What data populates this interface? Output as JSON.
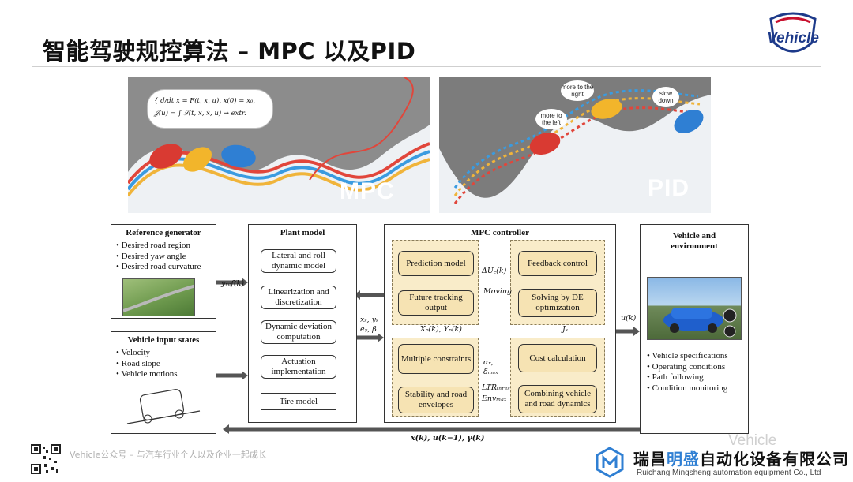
{
  "slide": {
    "title": "智能驾驶规控算法 – MPC 以及PID"
  },
  "logo": {
    "text": "Vehicle"
  },
  "illustration": {
    "mpc_label": "MPC",
    "pid_label": "PID",
    "equation_line1": "{ d/dt x   = F(t, x, u),  x(0) = x₀,",
    "equation_line2": "  𝒥(u)  = ∫ ℒ(t, x, ẋ, u) → extr.",
    "bubble_left": "more to the left",
    "bubble_right": "more to the right",
    "bubble_slow": "slow down"
  },
  "diagram": {
    "reference_generator": {
      "title": "Reference generator",
      "items": [
        "• Desired road region",
        "• Desired yaw angle",
        "• Desired road curvature"
      ]
    },
    "vehicle_input_states": {
      "title": "Vehicle input states",
      "items": [
        "• Velocity",
        "• Road slope",
        "• Vehicle motions"
      ]
    },
    "plant_model": {
      "title": "Plant model",
      "blocks": [
        "Lateral and roll dynamic model",
        "Linearization and discretization",
        "Dynamic deviation computation",
        "Actuation implementation",
        "Tire model"
      ]
    },
    "mpc_controller": {
      "title": "MPC controller",
      "prediction_model": "Prediction model",
      "future_tracking_output": "Future tracking output",
      "feedback_control": "Feedback control",
      "solving_by_de": "Solving by DE optimization",
      "multiple_constraints": "Multiple constraints",
      "stability_envelopes": "Stability and road envelopes",
      "cost_calculation": "Cost calculation",
      "combining_dynamics": "Combining vehicle and road dynamics",
      "label_delta_u": "ΔU꜀(k)",
      "label_moving": "Moving",
      "label_xp_yp": "Xₚ(k), Yₚ(k)",
      "label_js": "Jₛ",
      "label_alpha": "αᵣ,",
      "label_delta_max": "δₘₐₓ",
      "label_ltr": "LTRₜₕᵣₑₛ",
      "label_env": "Envₘₐₓ"
    },
    "vehicle_environment": {
      "title_line1": "Vehicle and",
      "title_line2": "environment",
      "items": [
        "• Vehicle specifications",
        "• Operating conditions",
        "• Path following",
        "• Condition monitoring"
      ]
    },
    "signals": {
      "y_ref": "yᵣₑf(k)",
      "xs_ys": "xₛ, yₛ",
      "ey_beta": "eᵧ, β",
      "u_k": "u(k)",
      "feedback": "x(k), u(k−1), γ(k)"
    }
  },
  "footer": {
    "tagline": "Vehicle公众号 – 与汽车行业个人以及企业一起成长",
    "watermark": "Vehicle",
    "company_cn_1": "瑞昌",
    "company_cn_2": "明盛",
    "company_cn_3": "自动化设备有限公司",
    "company_en": "Ruichang Mingsheng automation equipment Co., Ltd"
  },
  "colors": {
    "zone_fill": "#f9ecc9",
    "block_fill": "#f6e3b3",
    "road_gray": "#8c8c8c",
    "accent_blue": "#2f7fd3"
  }
}
